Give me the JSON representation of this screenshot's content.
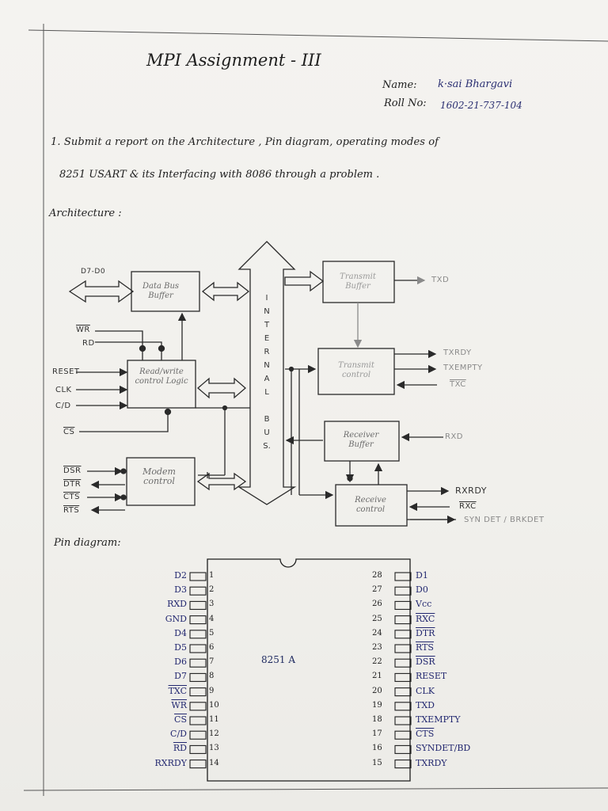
{
  "header": {
    "title": "MPI Assignment - III",
    "name_label": "Name:",
    "name_value": "k·sai Bhargavi",
    "roll_label": "Roll No:",
    "roll_value": "1602-21-737-104"
  },
  "question": {
    "line1": "1. Submit a report on the Architecture , Pin diagram, operating modes of",
    "line2": "8251 USART & its Interfacing with 8086 through a problem ."
  },
  "architecture": {
    "heading": "Architecture :",
    "bus_letters": [
      "I",
      "N",
      "T",
      "E",
      "R",
      "N",
      "A",
      "L",
      "",
      "B",
      "U",
      "S."
    ],
    "blocks": {
      "data_bus_buffer": "Data Bus Buffer",
      "rw_control": "Read/write control Logic",
      "modem_control": "Modem control",
      "transmit_buffer": "Transmit Buffer",
      "transmit_control": "Transmit control",
      "receive_buffer": "Receiver Buffer",
      "receive_control": "Receive control"
    },
    "signals": {
      "d_bus": "D7-D0",
      "wr": "WR",
      "rd": "RD",
      "reset": "RESET",
      "clk": "CLK",
      "cd": "C/D",
      "cs": "CS",
      "dsr": "DSR",
      "dtr": "DTR",
      "cts": "CTS",
      "rts": "RTS",
      "txd": "TXD",
      "txrdy": "TXRDY",
      "txempty": "TXEMPTY",
      "txc": "TXC",
      "rxd": "RXD",
      "rxrdy": "RXRDY",
      "rxc": "RXC",
      "syndet": "SYN DET / BRKDET"
    }
  },
  "pin_diagram": {
    "heading": "Pin diagram:",
    "chip_label": "8251 A",
    "left_pins": [
      {
        "num": "1",
        "name": "D2"
      },
      {
        "num": "2",
        "name": "D3"
      },
      {
        "num": "3",
        "name": "RXD"
      },
      {
        "num": "4",
        "name": "GND"
      },
      {
        "num": "5",
        "name": "D4"
      },
      {
        "num": "6",
        "name": "D5"
      },
      {
        "num": "7",
        "name": "D6"
      },
      {
        "num": "8",
        "name": "D7"
      },
      {
        "num": "9",
        "name": "TXC"
      },
      {
        "num": "10",
        "name": "WR"
      },
      {
        "num": "11",
        "name": "CS"
      },
      {
        "num": "12",
        "name": "C/D"
      },
      {
        "num": "13",
        "name": "RD"
      },
      {
        "num": "14",
        "name": "RXRDY"
      }
    ],
    "right_pins": [
      {
        "num": "28",
        "name": "D1"
      },
      {
        "num": "27",
        "name": "D0"
      },
      {
        "num": "26",
        "name": "Vcc"
      },
      {
        "num": "25",
        "name": "RXC"
      },
      {
        "num": "24",
        "name": "DTR"
      },
      {
        "num": "23",
        "name": "RTS"
      },
      {
        "num": "22",
        "name": "DSR"
      },
      {
        "num": "21",
        "name": "RESET"
      },
      {
        "num": "20",
        "name": "CLK"
      },
      {
        "num": "19",
        "name": "TXD"
      },
      {
        "num": "18",
        "name": "TXEMPTY"
      },
      {
        "num": "17",
        "name": "CTS"
      },
      {
        "num": "16",
        "name": "SYNDET/BD"
      },
      {
        "num": "15",
        "name": "TXRDY"
      }
    ]
  }
}
